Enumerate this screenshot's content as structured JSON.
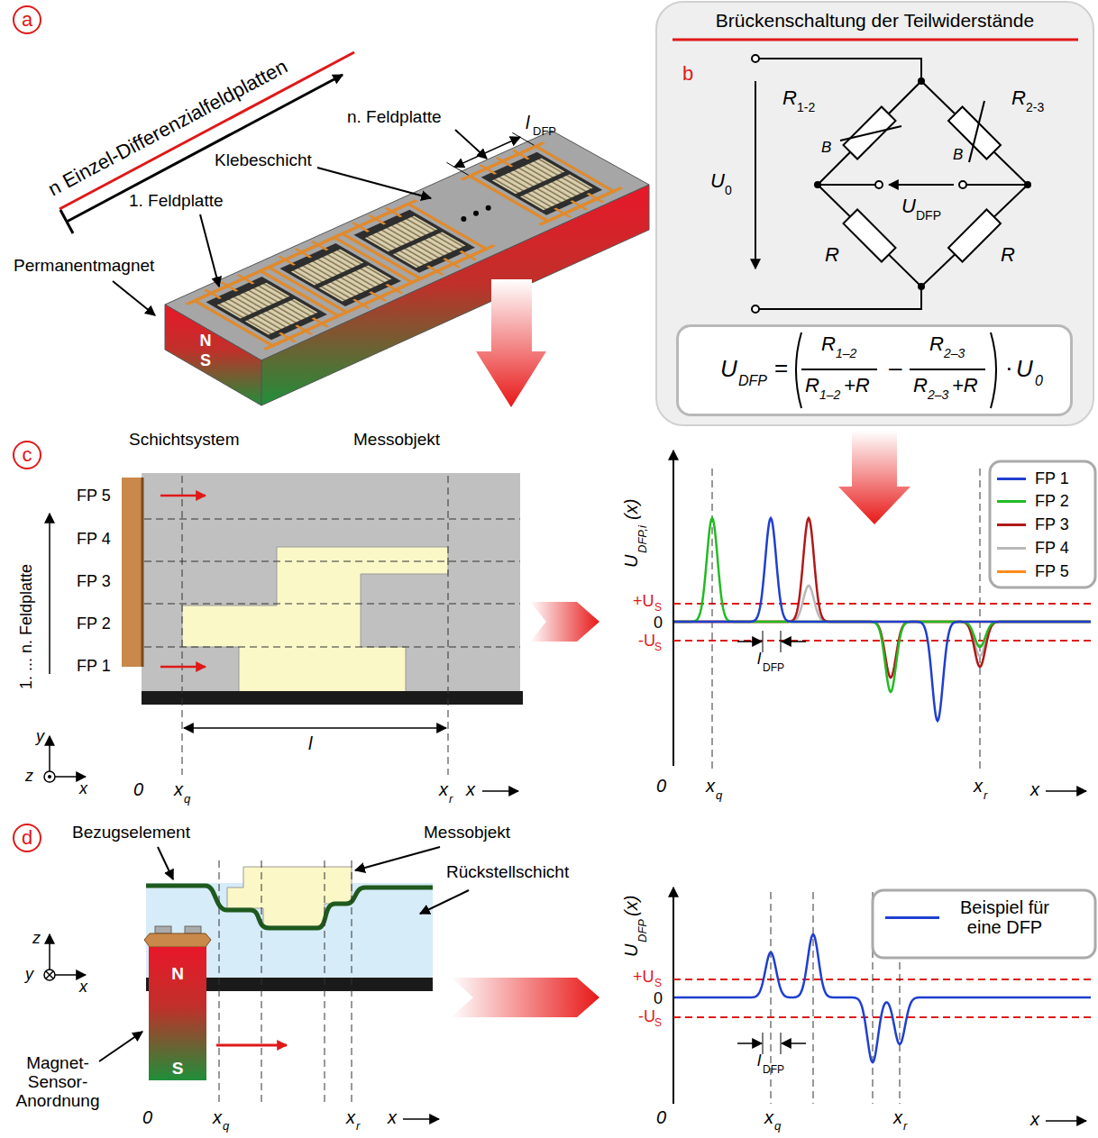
{
  "diagram": {
    "nodes": [
      {
        "text": [
          "Brückenschaltung der Teilwiderstände"
        ]
      },
      {
        "text": [
          "U",
          "DFP",
          "=",
          "R",
          "1–2",
          "R",
          "1–2",
          "+R",
          "–",
          "R",
          "2–3",
          "R",
          "2–3",
          "+R",
          "·",
          "U",
          "0"
        ],
        "in": 0
      }
    ],
    "labels": [
      "a",
      "n Einzel-Differenzialfeldplatten",
      "n. Feldplatte",
      "Klebeschicht",
      "1. Feldplatte",
      "Permanentmagnet",
      "N",
      "S",
      "l",
      "DFP",
      "b",
      "R",
      "1-2",
      "R",
      "2-3",
      "B",
      "B",
      "U",
      "0",
      "U",
      "DFP",
      "R",
      "R",
      "c",
      "Schichtsystem",
      "Messobjekt",
      "FP 5",
      "FP 4",
      "FP 3",
      "FP 2",
      "FP 1",
      "1. ... n. Feldplatte",
      "y",
      "z",
      "x",
      "l",
      "0",
      "x",
      "q",
      "x",
      "r",
      "x",
      "U",
      "DFP,i",
      "(x)",
      "+U",
      "S",
      "0",
      "-U",
      "S",
      "l",
      "DFP",
      "0",
      "x",
      "q",
      "x",
      "r",
      "x",
      "d",
      "Bezugselement",
      "Messobjekt",
      "Rückstellschicht",
      "z",
      "y",
      "x",
      "N",
      "S",
      "Magnet-Sensor-Anordnung",
      "0",
      "x",
      "q",
      "x",
      "r",
      "x",
      "U",
      "DFP",
      "(x)",
      "+U",
      "S",
      "0",
      "-U",
      "S",
      "l",
      "DFP",
      "0",
      "x",
      "q",
      "x",
      "r",
      "x"
    ],
    "legend": [
      {
        "text": "FP 1"
      },
      {
        "text": "FP 2"
      },
      {
        "text": "FP 3"
      },
      {
        "text": "FP 4"
      },
      {
        "text": "FP 5"
      },
      {
        "text": "Beispiel für eine DFP"
      }
    ]
  }
}
